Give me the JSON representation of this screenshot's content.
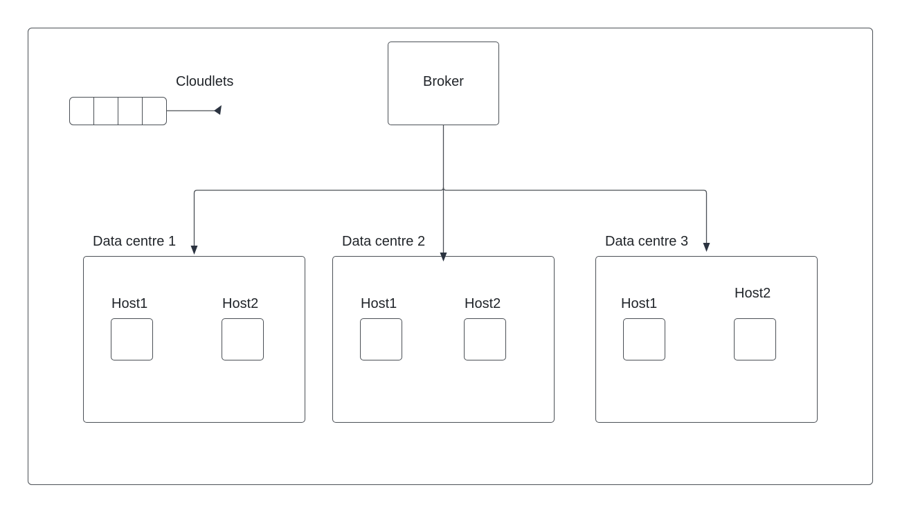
{
  "diagram": {
    "cloudlets_label": "Cloudlets",
    "broker_label": "Broker",
    "datacentres": [
      {
        "label": "Data centre 1",
        "hosts": [
          "Host1",
          "Host2"
        ]
      },
      {
        "label": "Data centre 2",
        "hosts": [
          "Host1",
          "Host2"
        ]
      },
      {
        "label": "Data centre 3",
        "hosts": [
          "Host1",
          "Host2"
        ]
      }
    ],
    "colors": {
      "stroke": "#4a4f55",
      "arrowhead": "#2b3340"
    }
  }
}
